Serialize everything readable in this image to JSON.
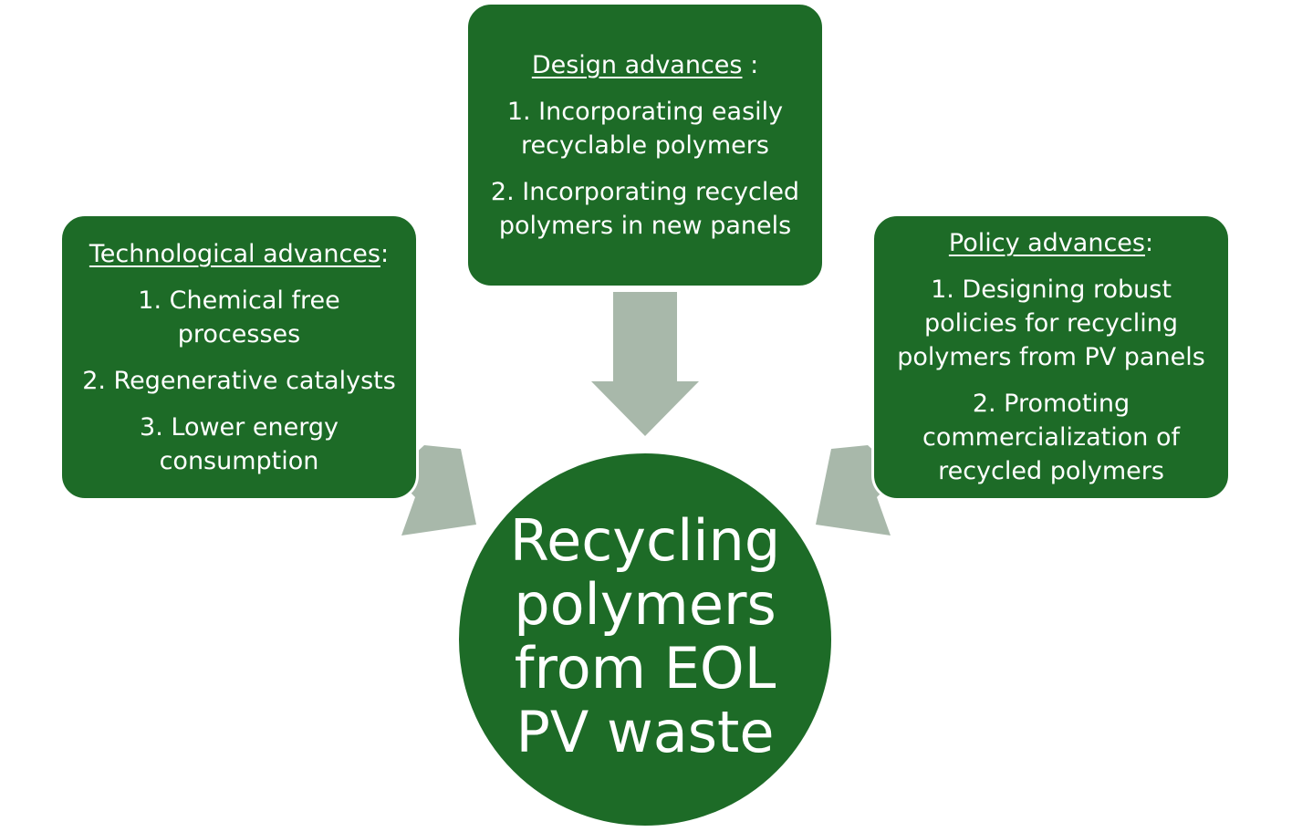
{
  "colors": {
    "box_fill": "#1d6b27",
    "arrow_fill": "#a8b8aa",
    "text": "#ffffff",
    "background": "#ffffff"
  },
  "design": {
    "heading": "Design advances",
    "heading_suffix": " :",
    "items": [
      "1. Incorporating easily recyclable polymers",
      "2. Incorporating recycled polymers in new panels"
    ]
  },
  "technological": {
    "heading": "Technological advances",
    "heading_suffix": ":",
    "items": [
      "1. Chemical free processes",
      "2. Regenerative catalysts",
      "3. Lower energy consumption"
    ]
  },
  "policy": {
    "heading": "Policy advances",
    "heading_suffix": ":",
    "items": [
      "1. Designing robust policies for recycling polymers from PV panels",
      "2. Promoting commercialization of recycled polymers"
    ]
  },
  "center": {
    "text": "Recycling polymers from EOL PV waste"
  }
}
